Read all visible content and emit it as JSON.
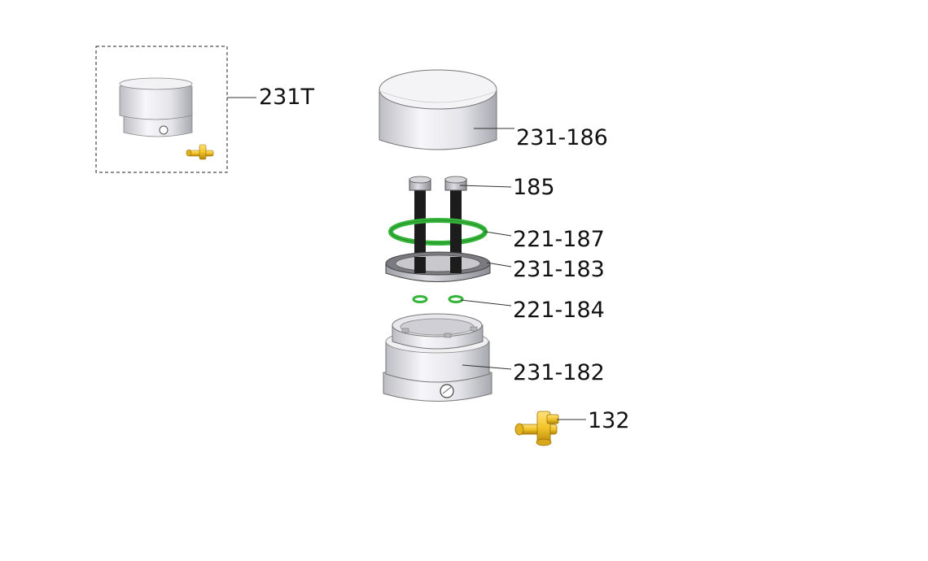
{
  "callouts": {
    "assembly_kit": "231T",
    "cap": "231-186",
    "bolts": "185",
    "oring_large": "221-187",
    "seal_ring": "231-183",
    "oring_small": "221-184",
    "housing": "231-182",
    "tee_fitting": "132"
  },
  "colors": {
    "metal_light": "#f4f4f7",
    "metal_mid": "#d9d9de",
    "metal_dark": "#9a9aa2",
    "bolt": "#1c1c1c",
    "oring_green": "#35b43a",
    "brass": "#f2c42a",
    "brass_dark": "#b8860b",
    "leader": "#333333"
  }
}
